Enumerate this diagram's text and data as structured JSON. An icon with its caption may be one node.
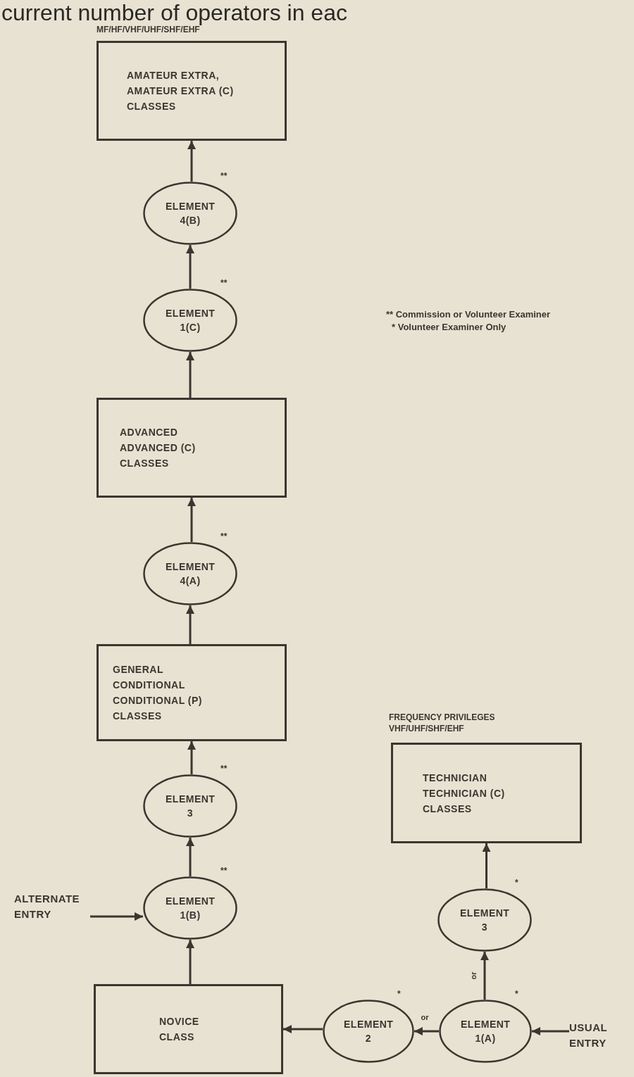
{
  "diagram": {
    "nodes": [
      {
        "text": [
          "AMATEUR EXTRA, AMATEUR EXTRA (C) CLASSES"
        ],
        "beside": [
          "MF/HF/VHF/UHF/SHF/EHF"
        ]
      },
      {
        "text": [
          "ELEMENT 4(B)"
        ],
        "beside": [
          "**"
        ]
      },
      {
        "text": [
          "ELEMENT 1(C)"
        ],
        "beside": [
          "**"
        ]
      },
      {
        "text": [
          "ADVANCED ADVANCED (C) CLASSES"
        ]
      },
      {
        "text": [
          "ELEMENT 4(A)"
        ],
        "beside": [
          "**"
        ]
      },
      {
        "text": [
          "GENERAL CONDITIONAL CONDITIONAL (P) CLASSES"
        ]
      },
      {
        "text": [
          "ELEMENT 3"
        ],
        "beside": [
          "**"
        ]
      },
      {
        "text": [
          "ELEMENT 1(B)"
        ],
        "beside": [
          "**"
        ]
      },
      {
        "text": [
          "NOVICE CLASS"
        ]
      },
      {
        "text": [
          "TECHNICIAN TECHNICIAN (C) CLASSES"
        ],
        "beside": [
          "FREQUENCY PRIVILEGES VHF/UHF/SHF/EHF"
        ]
      },
      {
        "text": [
          "ELEMENT 3"
        ],
        "beside": [
          "*"
        ]
      },
      {
        "text": [
          "ELEMENT 2"
        ],
        "beside": [
          "*"
        ]
      },
      {
        "text": [
          "ELEMENT 1(A)"
        ],
        "beside": [
          "*"
        ]
      },
      {
        "text": [
          "ALTERNATE ENTRY"
        ]
      },
      {
        "text": [
          "USUAL ENTRY"
        ]
      }
    ],
    "edges": [
      {
        "from": 1,
        "to": 0,
        "arrow": "to"
      },
      {
        "from": 2,
        "to": 1,
        "arrow": "to"
      },
      {
        "from": 3,
        "to": 2,
        "arrow": "to"
      },
      {
        "from": 4,
        "to": 3,
        "arrow": "to"
      },
      {
        "from": 5,
        "to": 4,
        "arrow": "to"
      },
      {
        "from": 6,
        "to": 5,
        "arrow": "to"
      },
      {
        "from": 7,
        "to": 6,
        "arrow": "to"
      },
      {
        "from": 8,
        "to": 7,
        "arrow": "to"
      },
      {
        "from": 13,
        "to": 7,
        "arrow": "to"
      },
      {
        "from": 11,
        "to": 8,
        "arrow": "to"
      },
      {
        "from": 12,
        "to": 11,
        "arrow": "to",
        "label": "or"
      },
      {
        "from": 12,
        "to": 10,
        "arrow": "to",
        "label": "or"
      },
      {
        "from": 10,
        "to": 9,
        "arrow": "to"
      },
      {
        "from": 14,
        "to": 12,
        "arrow": "to"
      }
    ],
    "labels": [
      "current number of operators in eac",
      "** Commission or Volunteer Examiner",
      "* Volunteer Examiner Only"
    ]
  }
}
